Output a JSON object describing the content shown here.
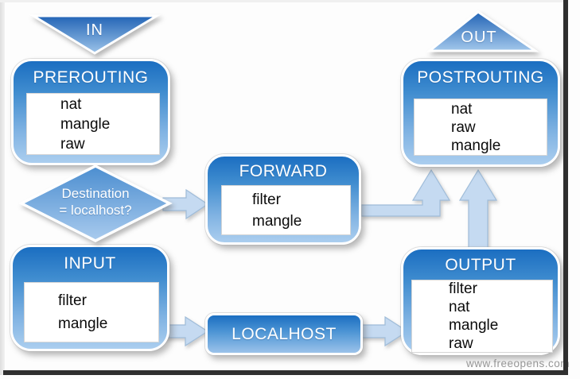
{
  "nodes": {
    "in": {
      "label": "IN"
    },
    "prerouting": {
      "label": "PREROUTING",
      "tables": [
        "nat",
        "mangle",
        "raw"
      ]
    },
    "decision": {
      "line1": "Destination",
      "line2": "= localhost?"
    },
    "forward": {
      "label": "FORWARD",
      "tables": [
        "filter",
        "mangle"
      ]
    },
    "input": {
      "label": "INPUT",
      "tables": [
        "filter",
        "mangle"
      ]
    },
    "localhost": {
      "label": "LOCALHOST"
    },
    "output": {
      "label": "OUTPUT",
      "tables": [
        "filter",
        "nat",
        "mangle",
        "raw"
      ]
    },
    "postrouting": {
      "label": "POSTROUTING",
      "tables": [
        "nat",
        "raw",
        "mangle"
      ]
    },
    "out": {
      "label": "OUT"
    }
  },
  "watermark": "www.freeopens.com",
  "colors": {
    "node_gradient_top": "#1b6ec1",
    "node_gradient_bottom": "#abceef",
    "diamond_gradient_top": "#4c8ed0",
    "diamond_gradient_bottom": "#a9cbee",
    "arrow_fill": "#c5daf1",
    "text_on_blue": "#ffffff",
    "table_text": "#0b0b0b",
    "watermark_text": "#969696",
    "frame_shadow": "#2f2f2f"
  }
}
